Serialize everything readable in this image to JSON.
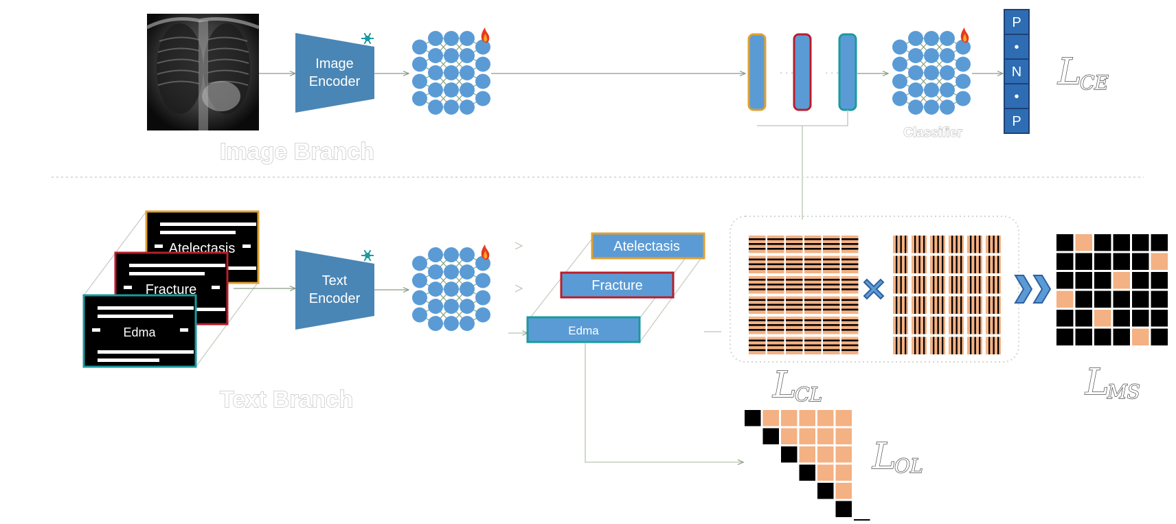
{
  "image_branch": {
    "label": "Image Branch",
    "encoder_label_line1": "Image",
    "encoder_label_line2": "Encoder",
    "encoder_state_icon": "snowflake-icon",
    "network_state_icon": "flame-icon"
  },
  "text_branch": {
    "label": "Text Branch",
    "encoder_label_line1": "Text",
    "encoder_label_line2": "Encoder",
    "encoder_state_icon": "snowflake-icon",
    "network_state_icon": "flame-icon",
    "report_cards": [
      "Atelectasis",
      "Fracture",
      "Edma"
    ],
    "text_embeddings": [
      "Atelectasis",
      "Fracture",
      "Edma"
    ]
  },
  "classifier": {
    "label": "Classifier",
    "network_state_icon": "flame-icon",
    "dots": "· · ·",
    "output_cells": [
      "P",
      "•",
      "N",
      "•",
      "P"
    ]
  },
  "losses": {
    "ce": {
      "main": "L",
      "sub": "CE"
    },
    "cl": {
      "main": "L",
      "sub": "CL"
    },
    "ms": {
      "main": "L",
      "sub": "MS"
    },
    "ol": {
      "main": "L",
      "sub": "OL"
    }
  },
  "colors": {
    "blue": "#5b9bd5",
    "encoder": "#4a86b5",
    "peach": "#f4b183",
    "orange_border": "#e0a030",
    "red_border": "#b81e2c",
    "teal_border": "#1a9aa0",
    "dark_blue": "#2e5f9e",
    "black": "#000000"
  },
  "matrices": {
    "ms_highlight": [
      [
        0,
        1
      ],
      [
        1,
        5
      ],
      [
        2,
        3
      ],
      [
        3,
        0
      ],
      [
        4,
        2
      ],
      [
        5,
        4
      ]
    ],
    "ol_size": 7
  }
}
